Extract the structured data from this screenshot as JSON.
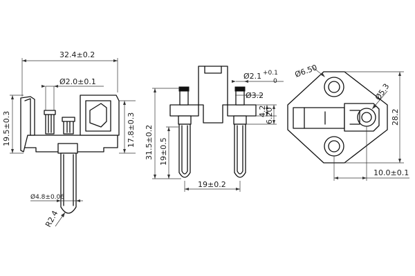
{
  "colors": {
    "line": "#111111",
    "dimension": "#333333",
    "background": "#ffffff"
  },
  "side_view": {
    "overall_width": "32.4±0.2",
    "pin_diameter_top": "Ø2.0±0.1",
    "overall_height": "19.5±0.3",
    "body_height": "17.8±0.3",
    "pin_diameter": "Ø4.8±0.06",
    "tip_radius": "R2.4"
  },
  "front_view": {
    "rivet_diameter": "Ø2.1",
    "rivet_tolerance_upper": "+0.1",
    "rivet_tolerance_lower": "0",
    "head_diameter": "Ø3.2",
    "dim_a": "4.2",
    "dim_b": "6.20",
    "total_height": "31.5±0.2",
    "pin_length": "19±0.5",
    "pin_spacing": "19±0.2"
  },
  "top_view": {
    "hole_diameter": "Ø6.50",
    "small_hole_diameter": "Ø5.3",
    "height": "28.2",
    "offset": "10.0±0.1"
  }
}
